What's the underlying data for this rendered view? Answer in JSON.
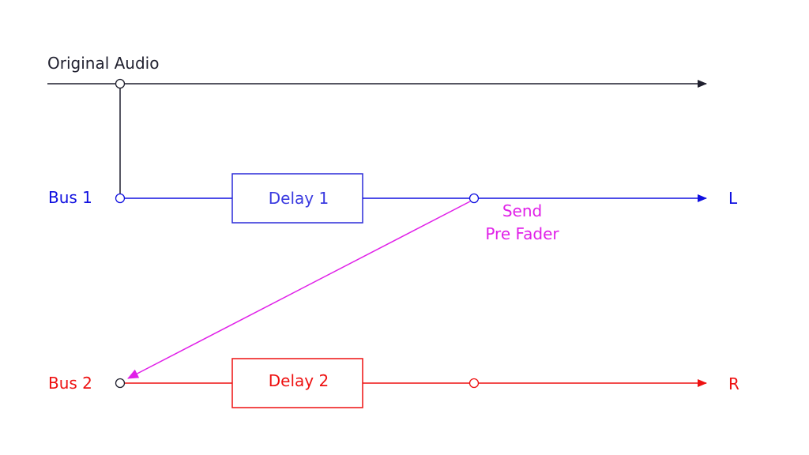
{
  "colors": {
    "main": "#1f1f2e",
    "bus1": "#1010e0",
    "bus1_box_text": "#3a3ae0",
    "bus2": "#ee1111",
    "send": "#e020e8"
  },
  "labels": {
    "original_audio": "Original Audio",
    "bus1": "Bus 1",
    "bus2": "Bus 2",
    "delay1": "Delay 1",
    "delay2": "Delay 2",
    "out_left": "L",
    "out_right": "R",
    "send_line1": "Send",
    "send_line2": "Pre Fader"
  }
}
